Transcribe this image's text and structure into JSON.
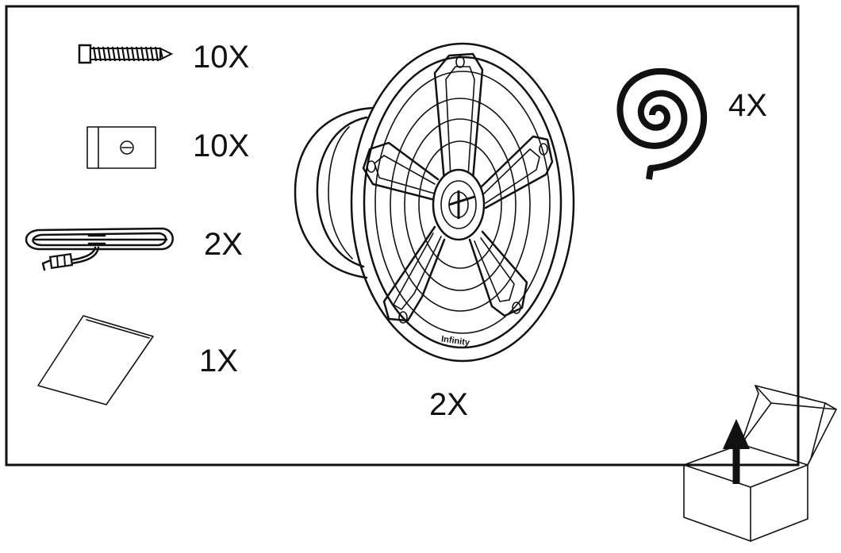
{
  "items": [
    {
      "icon": "screw-icon",
      "quantity": "10X"
    },
    {
      "icon": "speed-clip-icon",
      "quantity": "10X"
    },
    {
      "icon": "speaker-wire-icon",
      "quantity": "2X"
    },
    {
      "icon": "manual-icon",
      "quantity": "1X"
    },
    {
      "icon": "speaker-icon",
      "quantity": "2X"
    },
    {
      "icon": "foam-gasket-icon",
      "quantity": "4X"
    }
  ],
  "speaker_brand": "Infinity",
  "unbox_icon": "open-box-arrow-icon"
}
